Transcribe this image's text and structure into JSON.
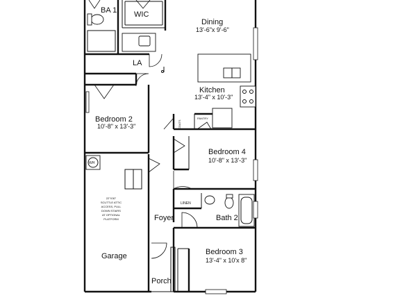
{
  "rooms": {
    "ba1": {
      "name": "BA 1"
    },
    "wic": {
      "name": "WIC"
    },
    "dining": {
      "name": "Dining",
      "dim": "13'-6\"x 9'-6\""
    },
    "la": {
      "name": "LA"
    },
    "kitchen": {
      "name": "Kitchen",
      "dim": "13'-4\" x 10'-3\""
    },
    "bedroom2": {
      "name": "Bedroom 2",
      "dim": "10'-8\" x 13'-3\""
    },
    "coats": {
      "name": "COATS"
    },
    "pantry": {
      "name": "PANTRY"
    },
    "bedroom4": {
      "name": "Bedroom 4",
      "dim": "10'-8\" x 13'-3\""
    },
    "wh": {
      "name": "WH"
    },
    "linen": {
      "name": "LINEN"
    },
    "foyer": {
      "name": "Foyer"
    },
    "bath2": {
      "name": "Bath 2"
    },
    "garage": {
      "name": "Garage"
    },
    "bedroom3": {
      "name": "Bedroom 3",
      "dim": "13'-4\" x 10'x 8\""
    },
    "porch": {
      "name": "Porch"
    }
  },
  "attic_note": [
    "22\"X30\"",
    "SCUTTLE ATTIC",
    "ACCESS, PULL",
    "DOWN STAIRS",
    "AT OPTIONAL",
    "PLATFORM"
  ]
}
